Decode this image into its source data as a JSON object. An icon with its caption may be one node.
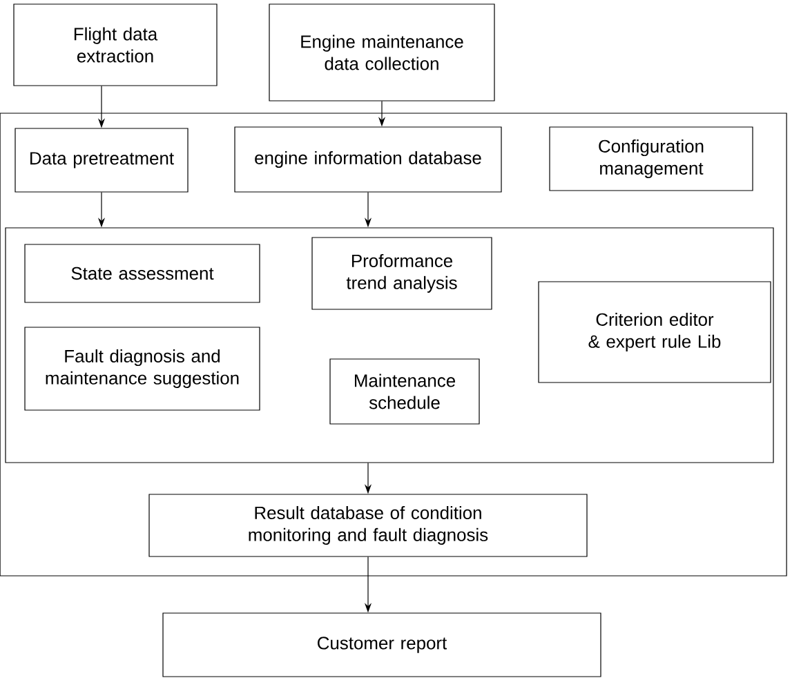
{
  "diagram": {
    "nodes": [
      {
        "text": [
          "Flight data extraction"
        ]
      },
      {
        "text": [
          "Engine maintenance data collection"
        ]
      },
      {
        "text": [],
        "shape": "box"
      },
      {
        "text": [
          "Data pretreatment"
        ],
        "in": 2
      },
      {
        "text": [
          "engine information database"
        ],
        "in": 2
      },
      {
        "text": [
          "Configuration management"
        ],
        "in": 2
      },
      {
        "text": [],
        "shape": "box",
        "in": 2
      },
      {
        "text": [
          "State assessment"
        ],
        "in": 6
      },
      {
        "text": [
          "Proformance trend analysis"
        ],
        "in": 6
      },
      {
        "text": [
          "Criterion editor & expert rule Lib"
        ],
        "in": 6
      },
      {
        "text": [
          "Fault diagnosis and maintenance suggestion"
        ],
        "in": 6
      },
      {
        "text": [
          "Maintenance schedule"
        ],
        "in": 6
      },
      {
        "text": [
          "Result database of condition monitoring and fault diagnosis"
        ],
        "in": 2
      },
      {
        "text": [
          "Customer report"
        ]
      }
    ],
    "edges": [
      {
        "from": 0,
        "to": 3,
        "arrow": "to"
      },
      {
        "from": 1,
        "to": 4,
        "arrow": "to"
      },
      {
        "from": 3,
        "to": 6,
        "arrow": "to"
      },
      {
        "from": 4,
        "to": 6,
        "arrow": "to"
      },
      {
        "from": 6,
        "to": 12,
        "arrow": "to"
      },
      {
        "from": 12,
        "to": 13,
        "arrow": "to"
      }
    ]
  }
}
